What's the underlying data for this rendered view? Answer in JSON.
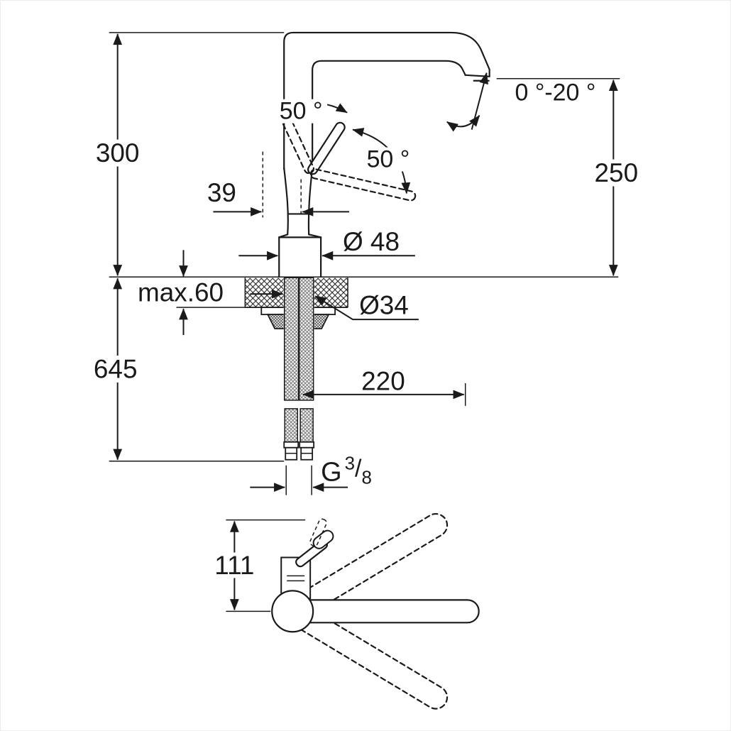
{
  "drawing": {
    "kind": "technical-dimension-drawing",
    "subject": "single-lever kitchen faucet, side elevation and plan view",
    "colors": {
      "line": "#1a1a1a",
      "background": "#ffffff",
      "hose_texture": "#777777",
      "border": "#ececec"
    }
  },
  "labels": {
    "height_above_deck": "300",
    "below_deck_length": "645",
    "spout_height": "250",
    "lever_angle_left": "50 °",
    "lever_angle_right": "50 °",
    "spout_tilt_range": "0 °-20 °",
    "lever_offset": "39",
    "body_diameter": "Ø 48",
    "max_deck_thickness": "max.60",
    "hole_diameter": "Ø34",
    "spout_reach": "220",
    "plan_height": "111",
    "thread": {
      "prefix": "G",
      "sup": "3",
      "slash": "/",
      "sub": "8"
    }
  }
}
